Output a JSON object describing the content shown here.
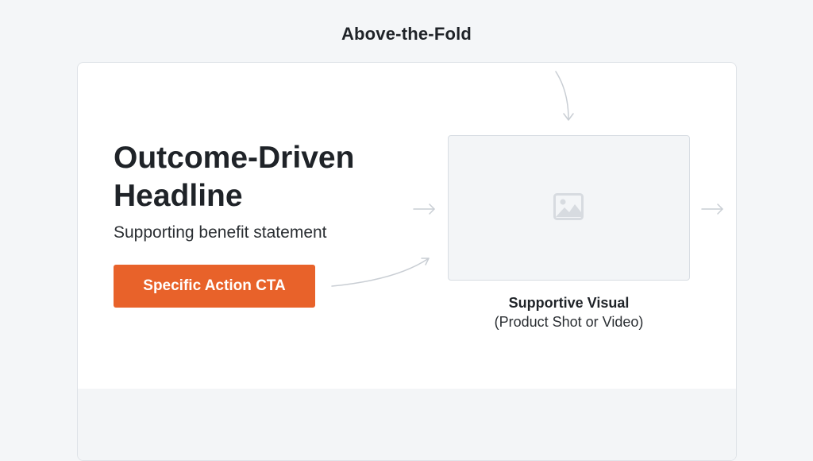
{
  "section_title": "Above-the-Fold",
  "hero": {
    "headline": "Outcome-Driven Headline",
    "subheadline": "Supporting benefit statement",
    "cta_label": "Specific Action CTA"
  },
  "visual": {
    "icon": "image-placeholder-icon",
    "caption_title": "Supportive Visual",
    "caption_subtitle": "(Product Shot or Video)"
  },
  "colors": {
    "background": "#f4f6f8",
    "cta": "#e8622a",
    "text": "#1f2328",
    "arrow": "#c9ced4"
  }
}
